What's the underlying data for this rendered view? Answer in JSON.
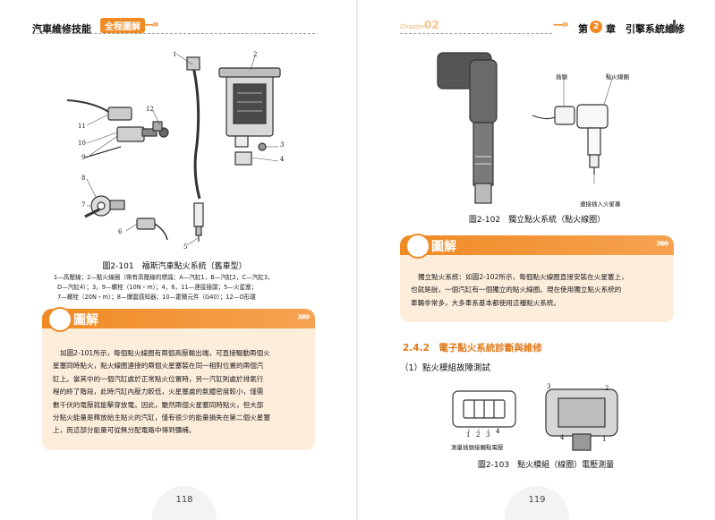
{
  "left_page": {
    "header_title": "汽車維修技能",
    "header_tag": "全程圖解",
    "header_arrows": "—»",
    "fig101": {
      "callouts": [
        "1",
        "2",
        "3",
        "4",
        "5",
        "6",
        "7",
        "8",
        "9",
        "10",
        "11",
        "12"
      ],
      "caption": "圖2-101　福斯汽車點火系統（舊車型）",
      "legend_lines": [
        "1—高壓線；2—點火線圈（帶有高壓線的標識：A—汽缸1，B—汽缸2，C—汽缸3，",
        "D—汽缸4）；3，9—螺栓（10N・m）；4，6，11—連接插頭；5—火星塞；",
        "7—螺栓（20N・m）；8—爆震感知器；10—霍爾元件（G40）；12—O形環"
      ]
    },
    "box": {
      "title": "圖解",
      "chevrons": "»»",
      "lines": [
        "如圖2-101所示，每個點火線圈有兩個高壓輸出端，可直接驅動兩個火",
        "星塞同時點火，點火線圈連接的兩個火星塞裝在同一相對位置的兩個汽",
        "缸上。當其中的一個汽缸處於正常點火位置時，另一汽缸則處於排氣行",
        "程的終了階段，此時汽缸內壓力較低，火星塞處的氣體密度較小，僅需",
        "數千伏的電壓就能擊穿放電。因此，雖然兩個火星塞同時點火，但大部",
        "分點火能量是釋放給主點火的汽缸，僅有很少的能量損失在第二個火星塞",
        "上，而這部分能量可從無分配電路中得到彌補。"
      ]
    },
    "page_number": "118"
  },
  "right_page": {
    "chapter_label": "Chapter",
    "chapter_number": "02",
    "header_arrows": "—»",
    "chapter_prefix": "第",
    "chapter_circle": "2",
    "chapter_suffix": "章　引擎系統維修",
    "fig102": {
      "label_plug": "插頭",
      "label_coil": "點火線圈",
      "label_insert": "連接插入火星塞",
      "caption": "圖2-102　獨立點火系統（點火線圈）"
    },
    "box": {
      "title": "圖解",
      "chevrons": "»»",
      "lines": [
        "獨立點火系統：如圖2-102所示，每個點火線圈直接安裝在火星塞上，",
        "也就是說，一個汽缸有一個獨立的點火線圈。現在使用獨立點火系統的",
        "車輛非常多，大多車系基本都使用這種點火系統。"
      ]
    },
    "section_title": "2.4.2　電子點火系統診斷與維修",
    "subsection_title": "（1）點火模組故障測試",
    "fig103": {
      "label_measure": "測量插頭接觸點電壓",
      "left_nums": [
        "1",
        "2",
        "3",
        "4"
      ],
      "right_nums": [
        "3",
        "2",
        "4",
        "1"
      ],
      "caption": "圖2-103　點火模組（線圈）電壓測量"
    },
    "page_number": "119"
  },
  "colors": {
    "accent": "#f08a24",
    "box_bg": "#fdeedc",
    "section": "#e07a1c"
  }
}
